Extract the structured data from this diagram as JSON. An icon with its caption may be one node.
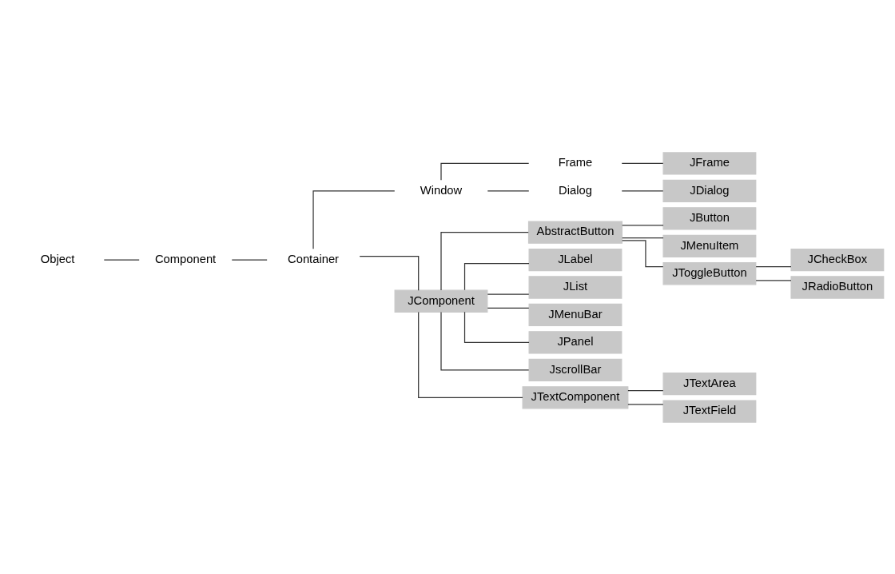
{
  "diagram": {
    "nodes": [
      {
        "text": [
          "Object"
        ]
      },
      {
        "text": [
          "Component"
        ]
      },
      {
        "text": [
          "Container"
        ]
      },
      {
        "text": [
          "Window"
        ]
      },
      {
        "text": [
          "Frame"
        ]
      },
      {
        "text": [
          "JFrame"
        ]
      },
      {
        "text": [
          "Dialog"
        ]
      },
      {
        "text": [
          "JDialog"
        ]
      },
      {
        "text": [
          "JButton"
        ]
      },
      {
        "text": [
          "JMenuItem"
        ]
      },
      {
        "text": [
          "AbstractButton"
        ]
      },
      {
        "text": [
          "JCheckBox"
        ]
      },
      {
        "text": [
          "JToggleButton"
        ]
      },
      {
        "text": [
          "JRadioButton"
        ]
      },
      {
        "text": [
          "JLabel"
        ]
      },
      {
        "text": [
          "JList"
        ]
      },
      {
        "text": [
          "JComponent"
        ]
      },
      {
        "text": [
          "JMenuBar"
        ]
      },
      {
        "text": [
          "JPanel"
        ]
      },
      {
        "text": [
          "JscrollBar"
        ]
      },
      {
        "text": [
          "JTextArea"
        ]
      },
      {
        "text": [
          "JTextComponent"
        ]
      },
      {
        "text": [
          "JTextField"
        ]
      }
    ],
    "edges": [
      {
        "from": 0,
        "to": 1,
        "arrow": "none"
      },
      {
        "from": 1,
        "to": 2,
        "arrow": "none"
      },
      {
        "from": 2,
        "to": 3,
        "arrow": "none"
      },
      {
        "from": 2,
        "to": 16,
        "arrow": "none"
      },
      {
        "from": 3,
        "to": 4,
        "arrow": "none"
      },
      {
        "from": 3,
        "to": 6,
        "arrow": "none"
      },
      {
        "from": 4,
        "to": 5,
        "arrow": "none"
      },
      {
        "from": 6,
        "to": 7,
        "arrow": "none"
      },
      {
        "from": 16,
        "to": 10,
        "arrow": "none"
      },
      {
        "from": 16,
        "to": 14,
        "arrow": "none"
      },
      {
        "from": 16,
        "to": 15,
        "arrow": "none"
      },
      {
        "from": 16,
        "to": 17,
        "arrow": "none"
      },
      {
        "from": 16,
        "to": 18,
        "arrow": "none"
      },
      {
        "from": 16,
        "to": 19,
        "arrow": "none"
      },
      {
        "from": 16,
        "to": 21,
        "arrow": "none"
      },
      {
        "from": 10,
        "to": 8,
        "arrow": "none"
      },
      {
        "from": 10,
        "to": 9,
        "arrow": "none"
      },
      {
        "from": 10,
        "to": 12,
        "arrow": "none"
      },
      {
        "from": 12,
        "to": 11,
        "arrow": "none"
      },
      {
        "from": 12,
        "to": 13,
        "arrow": "none"
      },
      {
        "from": 21,
        "to": 20,
        "arrow": "none"
      },
      {
        "from": 21,
        "to": 22,
        "arrow": "none"
      }
    ]
  }
}
